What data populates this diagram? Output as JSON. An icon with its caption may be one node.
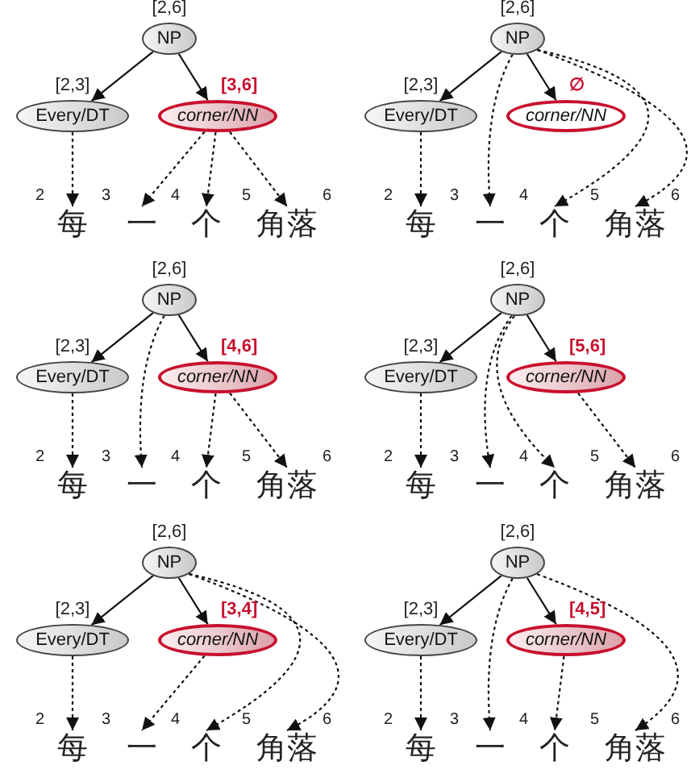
{
  "diagram": {
    "nodes": [
      {
        "text": [
          "NP"
        ],
        "beside": [
          "[2,6]"
        ]
      },
      {
        "text": [
          "Every/DT"
        ],
        "beside": [
          "[2,3]"
        ]
      },
      {
        "text": [
          "corner/NN"
        ],
        "beside": [
          "[3,6]"
        ]
      },
      {
        "text": [
          "每"
        ]
      },
      {
        "text": [
          "一"
        ]
      },
      {
        "text": [
          "个"
        ]
      },
      {
        "text": [
          "角落"
        ]
      },
      {
        "text": [
          "NP"
        ],
        "beside": [
          "[2,6]"
        ]
      },
      {
        "text": [
          "Every/DT"
        ],
        "beside": [
          "[2,3]"
        ]
      },
      {
        "text": [
          "corner/NN"
        ],
        "beside": [
          "∅"
        ]
      },
      {
        "text": [
          "每"
        ]
      },
      {
        "text": [
          "一"
        ]
      },
      {
        "text": [
          "个"
        ]
      },
      {
        "text": [
          "角落"
        ]
      },
      {
        "text": [
          "NP"
        ],
        "beside": [
          "[2,6]"
        ]
      },
      {
        "text": [
          "Every/DT"
        ],
        "beside": [
          "[2,3]"
        ]
      },
      {
        "text": [
          "corner/NN"
        ],
        "beside": [
          "[4,6]"
        ]
      },
      {
        "text": [
          "每"
        ]
      },
      {
        "text": [
          "一"
        ]
      },
      {
        "text": [
          "个"
        ]
      },
      {
        "text": [
          "角落"
        ]
      },
      {
        "text": [
          "NP"
        ],
        "beside": [
          "[2,6]"
        ]
      },
      {
        "text": [
          "Every/DT"
        ],
        "beside": [
          "[2,3]"
        ]
      },
      {
        "text": [
          "corner/NN"
        ],
        "beside": [
          "[5,6]"
        ]
      },
      {
        "text": [
          "每"
        ]
      },
      {
        "text": [
          "一"
        ]
      },
      {
        "text": [
          "个"
        ]
      },
      {
        "text": [
          "角落"
        ]
      },
      {
        "text": [
          "NP"
        ],
        "beside": [
          "[2,6]"
        ]
      },
      {
        "text": [
          "Every/DT"
        ],
        "beside": [
          "[2,3]"
        ]
      },
      {
        "text": [
          "corner/NN"
        ],
        "beside": [
          "[3,4]"
        ]
      },
      {
        "text": [
          "每"
        ]
      },
      {
        "text": [
          "一"
        ]
      },
      {
        "text": [
          "个"
        ]
      },
      {
        "text": [
          "角落"
        ]
      },
      {
        "text": [
          "NP"
        ],
        "beside": [
          "[2,6]"
        ]
      },
      {
        "text": [
          "Every/DT"
        ],
        "beside": [
          "[2,3]"
        ]
      },
      {
        "text": [
          "corner/NN"
        ],
        "beside": [
          "[4,5]"
        ]
      },
      {
        "text": [
          "每"
        ]
      },
      {
        "text": [
          "一"
        ]
      },
      {
        "text": [
          "个"
        ]
      },
      {
        "text": [
          "角落"
        ]
      }
    ],
    "edges": [
      {
        "from": 0,
        "to": 1,
        "arrow": "to"
      },
      {
        "from": 0,
        "to": 2,
        "arrow": "to"
      },
      {
        "from": 1,
        "to": 3,
        "arrow": "to",
        "style": "dashed"
      },
      {
        "from": 2,
        "to": 4,
        "arrow": "to",
        "style": "dashed"
      },
      {
        "from": 2,
        "to": 5,
        "arrow": "to",
        "style": "dashed"
      },
      {
        "from": 2,
        "to": 6,
        "arrow": "to",
        "style": "dashed"
      },
      {
        "from": 7,
        "to": 8,
        "arrow": "to"
      },
      {
        "from": 7,
        "to": 9,
        "arrow": "to"
      },
      {
        "from": 8,
        "to": 10,
        "arrow": "to",
        "style": "dashed"
      },
      {
        "from": 7,
        "to": 11,
        "arrow": "to",
        "style": "dashed"
      },
      {
        "from": 7,
        "to": 12,
        "arrow": "to",
        "style": "dashed"
      },
      {
        "from": 7,
        "to": 13,
        "arrow": "to",
        "style": "dashed"
      },
      {
        "from": 14,
        "to": 15,
        "arrow": "to"
      },
      {
        "from": 14,
        "to": 16,
        "arrow": "to"
      },
      {
        "from": 15,
        "to": 17,
        "arrow": "to",
        "style": "dashed"
      },
      {
        "from": 14,
        "to": 18,
        "arrow": "to",
        "style": "dashed"
      },
      {
        "from": 16,
        "to": 19,
        "arrow": "to",
        "style": "dashed"
      },
      {
        "from": 16,
        "to": 20,
        "arrow": "to",
        "style": "dashed"
      },
      {
        "from": 21,
        "to": 22,
        "arrow": "to"
      },
      {
        "from": 21,
        "to": 23,
        "arrow": "to"
      },
      {
        "from": 22,
        "to": 24,
        "arrow": "to",
        "style": "dashed"
      },
      {
        "from": 21,
        "to": 25,
        "arrow": "to",
        "style": "dashed"
      },
      {
        "from": 21,
        "to": 26,
        "arrow": "to",
        "style": "dashed"
      },
      {
        "from": 23,
        "to": 27,
        "arrow": "to",
        "style": "dashed"
      },
      {
        "from": 28,
        "to": 29,
        "arrow": "to"
      },
      {
        "from": 28,
        "to": 30,
        "arrow": "to"
      },
      {
        "from": 29,
        "to": 31,
        "arrow": "to",
        "style": "dashed"
      },
      {
        "from": 30,
        "to": 32,
        "arrow": "to",
        "style": "dashed"
      },
      {
        "from": 28,
        "to": 33,
        "arrow": "to",
        "style": "dashed"
      },
      {
        "from": 28,
        "to": 34,
        "arrow": "to",
        "style": "dashed"
      },
      {
        "from": 35,
        "to": 36,
        "arrow": "to"
      },
      {
        "from": 35,
        "to": 37,
        "arrow": "to"
      },
      {
        "from": 36,
        "to": 38,
        "arrow": "to",
        "style": "dashed"
      },
      {
        "from": 35,
        "to": 39,
        "arrow": "to",
        "style": "dashed"
      },
      {
        "from": 37,
        "to": 40,
        "arrow": "to",
        "style": "dashed"
      },
      {
        "from": 35,
        "to": 41,
        "arrow": "to",
        "style": "dashed"
      }
    ],
    "labels": [
      "2",
      "3",
      "4",
      "5",
      "6",
      "2",
      "3",
      "4",
      "5",
      "6",
      "2",
      "3",
      "4",
      "5",
      "6",
      "2",
      "3",
      "4",
      "5",
      "6",
      "2",
      "3",
      "4",
      "5",
      "6",
      "2",
      "3",
      "4",
      "5",
      "6"
    ]
  }
}
